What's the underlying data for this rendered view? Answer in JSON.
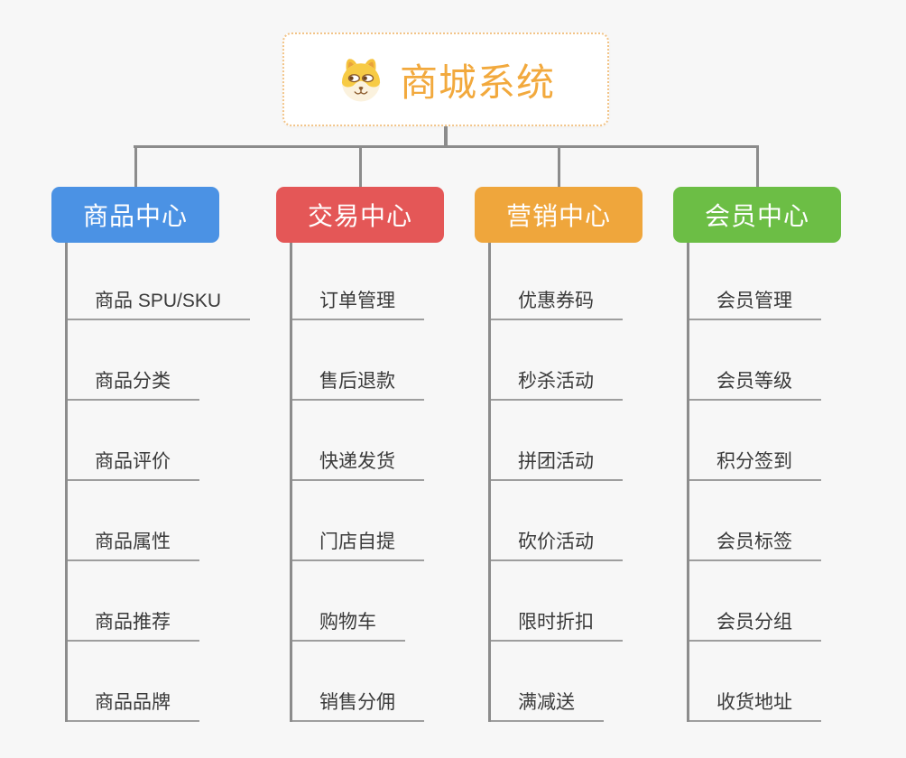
{
  "root": {
    "title": "商城系统",
    "icon": "dog-face-icon"
  },
  "branches": [
    {
      "label": "商品中心",
      "color": "#4B92E4",
      "items": [
        "商品 SPU/SKU",
        "商品分类",
        "商品评价",
        "商品属性",
        "商品推荐",
        "商品品牌"
      ]
    },
    {
      "label": "交易中心",
      "color": "#E45757",
      "items": [
        "订单管理",
        "售后退款",
        "快递发货",
        "门店自提",
        "购物车",
        "销售分佣"
      ]
    },
    {
      "label": "营销中心",
      "color": "#EFA63C",
      "items": [
        "优惠券码",
        "秒杀活动",
        "拼团活动",
        "砍价活动",
        "限时折扣",
        "满减送"
      ]
    },
    {
      "label": "会员中心",
      "color": "#6CBE45",
      "items": [
        "会员管理",
        "会员等级",
        "积分签到",
        "会员标签",
        "会员分组",
        "收货地址"
      ]
    }
  ],
  "colors": {
    "root_accent": "#F2A93D",
    "root_border": "#F2C488",
    "connector": "#8C8C8C",
    "underline": "#9E9E9E",
    "leaf_text": "#3A3A3A",
    "canvas_bg": "#F7F7F7"
  }
}
